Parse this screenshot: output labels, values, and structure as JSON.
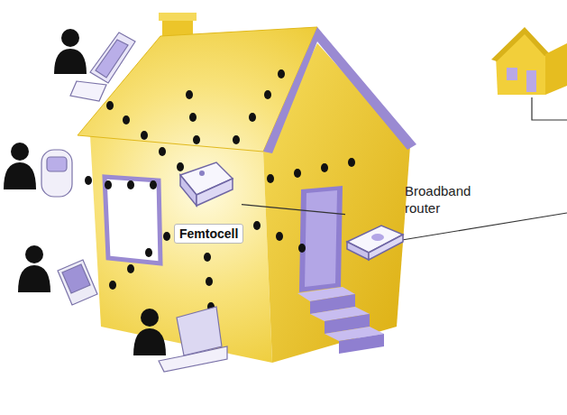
{
  "diagram": {
    "nodes": [
      {
        "text": [
          "Femtocell"
        ]
      },
      {
        "text": [
          "Broadband router"
        ]
      }
    ],
    "edges": [
      {
        "from": 0,
        "to": 1,
        "arrow": "none"
      }
    ]
  }
}
